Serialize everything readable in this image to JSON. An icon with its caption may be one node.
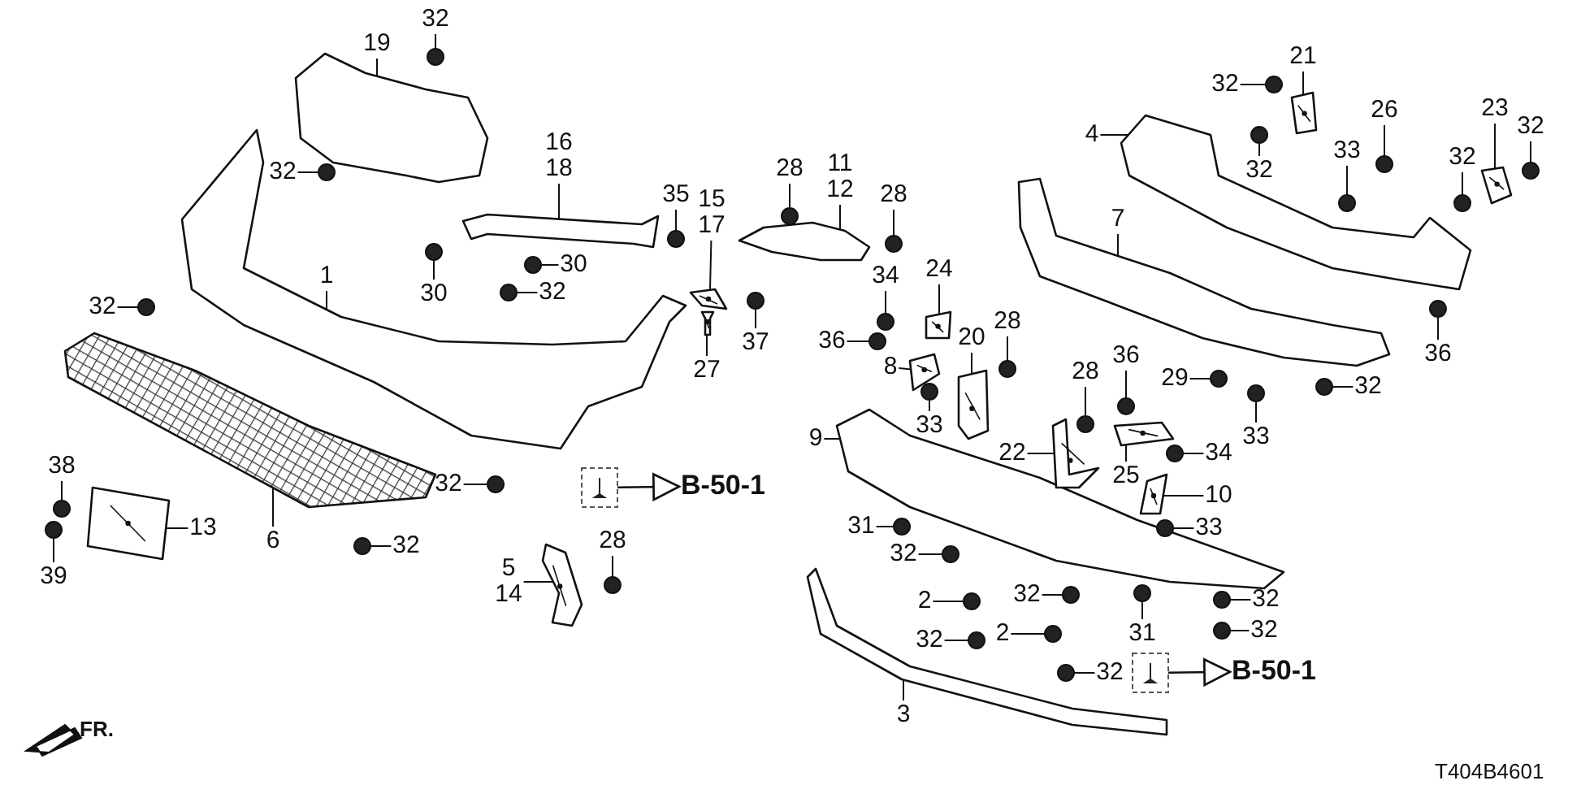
{
  "diagram": {
    "nodes": [
      {
        "text": [
          "32"
        ]
      },
      {
        "text": [
          "19"
        ]
      },
      {
        "text": [
          "32"
        ]
      },
      {
        "text": [
          "16",
          "18"
        ]
      },
      {
        "text": [
          "35"
        ]
      },
      {
        "text": [
          "15",
          "17"
        ]
      },
      {
        "text": [
          "30"
        ]
      },
      {
        "text": [
          "30"
        ]
      },
      {
        "text": [
          "32"
        ]
      },
      {
        "text": [
          "1"
        ]
      },
      {
        "text": [
          "32"
        ]
      },
      {
        "text": [
          "37"
        ]
      },
      {
        "text": [
          "27"
        ]
      },
      {
        "text": [
          "28"
        ]
      },
      {
        "text": [
          "11",
          "12"
        ]
      },
      {
        "text": [
          "28"
        ]
      },
      {
        "text": [
          "34"
        ]
      },
      {
        "text": [
          "24"
        ]
      },
      {
        "text": [
          "36"
        ]
      },
      {
        "text": [
          "8"
        ]
      },
      {
        "text": [
          "20"
        ]
      },
      {
        "text": [
          "28"
        ]
      },
      {
        "text": [
          "28"
        ]
      },
      {
        "text": [
          "36"
        ]
      },
      {
        "text": [
          "29"
        ]
      },
      {
        "text": [
          "33"
        ]
      },
      {
        "text": [
          "32"
        ]
      },
      {
        "text": [
          "7"
        ]
      },
      {
        "text": [
          "4"
        ]
      },
      {
        "text": [
          "32"
        ]
      },
      {
        "text": [
          "21"
        ]
      },
      {
        "text": [
          "32"
        ]
      },
      {
        "text": [
          "26"
        ]
      },
      {
        "text": [
          "33"
        ]
      },
      {
        "text": [
          "23"
        ]
      },
      {
        "text": [
          "32"
        ]
      },
      {
        "text": [
          "32"
        ]
      },
      {
        "text": [
          "36"
        ]
      },
      {
        "text": [
          "9"
        ]
      },
      {
        "text": [
          "33"
        ]
      },
      {
        "text": [
          "22"
        ]
      },
      {
        "text": [
          "34"
        ]
      },
      {
        "text": [
          "25"
        ]
      },
      {
        "text": [
          "10"
        ]
      },
      {
        "text": [
          "33"
        ]
      },
      {
        "text": [
          "31"
        ]
      },
      {
        "text": [
          "32"
        ]
      },
      {
        "text": [
          "2"
        ]
      },
      {
        "text": [
          "32"
        ]
      },
      {
        "text": [
          "2"
        ]
      },
      {
        "text": [
          "32"
        ]
      },
      {
        "text": [
          "31"
        ]
      },
      {
        "text": [
          "32"
        ]
      },
      {
        "text": [
          "32"
        ]
      },
      {
        "text": [
          "32"
        ]
      },
      {
        "text": [
          "3"
        ]
      },
      {
        "text": [
          "38"
        ]
      },
      {
        "text": [
          "39"
        ]
      },
      {
        "text": [
          "13"
        ]
      },
      {
        "text": [
          "6"
        ]
      },
      {
        "text": [
          "32"
        ]
      },
      {
        "text": [
          "32"
        ]
      },
      {
        "text": [
          "5",
          "14"
        ]
      },
      {
        "text": [
          "28"
        ]
      },
      {
        "text": [],
        "shape": "picture"
      },
      {
        "text": [],
        "shape": "picture"
      },
      {
        "text": [],
        "shape": "picture"
      },
      {
        "text": [],
        "shape": "picture"
      },
      {
        "text": [],
        "shape": "picture"
      },
      {
        "text": [],
        "shape": "picture"
      },
      {
        "text": [],
        "shape": "picture"
      },
      {
        "text": [],
        "shape": "picture"
      },
      {
        "text": [],
        "shape": "picture"
      },
      {
        "text": [],
        "shape": "picture"
      },
      {
        "text": [],
        "shape": "picture"
      },
      {
        "text": [],
        "shape": "picture"
      },
      {
        "text": [],
        "shape": "picture"
      },
      {
        "text": [],
        "shape": "picture"
      },
      {
        "text": [],
        "shape": "picture"
      },
      {
        "text": [],
        "shape": "picture"
      },
      {
        "text": [],
        "shape": "picture"
      },
      {
        "text": [],
        "shape": "picture"
      },
      {
        "text": [],
        "shape": "picture"
      },
      {
        "text": [],
        "shape": "picture"
      },
      {
        "text": [],
        "shape": "picture"
      },
      {
        "text": [],
        "shape": "circle"
      },
      {
        "text": [],
        "shape": "circle"
      },
      {
        "text": [],
        "shape": "circle"
      },
      {
        "text": [],
        "shape": "circle"
      },
      {
        "text": [],
        "shape": "circle"
      },
      {
        "text": [],
        "shape": "circle"
      },
      {
        "text": [],
        "shape": "circle"
      },
      {
        "text": [],
        "shape": "circle"
      },
      {
        "text": [],
        "shape": "circle"
      },
      {
        "text": [],
        "shape": "circle"
      },
      {
        "text": [],
        "shape": "circle"
      },
      {
        "text": [],
        "shape": "circle"
      },
      {
        "text": [],
        "shape": "circle"
      },
      {
        "text": [],
        "shape": "circle"
      },
      {
        "text": [],
        "shape": "circle"
      },
      {
        "text": [],
        "shape": "circle"
      },
      {
        "text": [],
        "shape": "circle"
      },
      {
        "text": [],
        "shape": "circle"
      },
      {
        "text": [],
        "shape": "circle"
      },
      {
        "text": [],
        "shape": "circle"
      },
      {
        "text": [],
        "shape": "circle"
      },
      {
        "text": [],
        "shape": "circle"
      },
      {
        "text": [],
        "shape": "circle"
      },
      {
        "text": [],
        "shape": "circle"
      },
      {
        "text": [],
        "shape": "circle"
      },
      {
        "text": [],
        "shape": "circle"
      },
      {
        "text": [],
        "shape": "circle"
      },
      {
        "text": [],
        "shape": "circle"
      },
      {
        "text": [],
        "shape": "circle"
      },
      {
        "text": [],
        "shape": "circle"
      },
      {
        "text": [],
        "shape": "circle"
      },
      {
        "text": [],
        "shape": "circle"
      },
      {
        "text": [],
        "shape": "circle"
      },
      {
        "text": [],
        "shape": "circle"
      },
      {
        "text": [],
        "shape": "circle"
      },
      {
        "text": [],
        "shape": "circle"
      },
      {
        "text": [],
        "shape": "circle"
      },
      {
        "text": [],
        "shape": "circle"
      },
      {
        "text": [],
        "shape": "circle"
      },
      {
        "text": [],
        "shape": "circle"
      },
      {
        "text": [],
        "shape": "circle"
      },
      {
        "text": [],
        "shape": "circle"
      },
      {
        "text": [],
        "shape": "circle"
      },
      {
        "text": [],
        "shape": "box"
      },
      {
        "text": [
          "B-50-1"
        ]
      },
      {
        "text": [],
        "shape": "box"
      },
      {
        "text": [
          "B-50-1"
        ]
      }
    ],
    "edges": [
      {
        "from": 0,
        "to": 85,
        "arrow": "none"
      },
      {
        "from": 1,
        "to": 64,
        "arrow": "none"
      },
      {
        "from": 2,
        "to": 86,
        "arrow": "none"
      },
      {
        "from": 3,
        "to": 68,
        "arrow": "none"
      },
      {
        "from": 4,
        "to": 87,
        "arrow": "none"
      },
      {
        "from": 5,
        "to": 83,
        "arrow": "none"
      },
      {
        "from": 6,
        "to": 88,
        "arrow": "none"
      },
      {
        "from": 7,
        "to": 89,
        "arrow": "none"
      },
      {
        "from": 8,
        "to": 90,
        "arrow": "none"
      },
      {
        "from": 9,
        "to": 65,
        "arrow": "none"
      },
      {
        "from": 10,
        "to": 91,
        "arrow": "none"
      },
      {
        "from": 11,
        "to": 92,
        "arrow": "none"
      },
      {
        "from": 12,
        "to": 84,
        "arrow": "none"
      },
      {
        "from": 13,
        "to": 93,
        "arrow": "none"
      },
      {
        "from": 14,
        "to": 69,
        "arrow": "none"
      },
      {
        "from": 15,
        "to": 94,
        "arrow": "none"
      },
      {
        "from": 16,
        "to": 95,
        "arrow": "none"
      },
      {
        "from": 17,
        "to": 77,
        "arrow": "none"
      },
      {
        "from": 18,
        "to": 96,
        "arrow": "none"
      },
      {
        "from": 19,
        "to": 78,
        "arrow": "none"
      },
      {
        "from": 20,
        "to": 75,
        "arrow": "none"
      },
      {
        "from": 21,
        "to": 97,
        "arrow": "none"
      },
      {
        "from": 22,
        "to": 98,
        "arrow": "none"
      },
      {
        "from": 23,
        "to": 99,
        "arrow": "none"
      },
      {
        "from": 24,
        "to": 100,
        "arrow": "none"
      },
      {
        "from": 25,
        "to": 101,
        "arrow": "none"
      },
      {
        "from": 26,
        "to": 102,
        "arrow": "none"
      },
      {
        "from": 27,
        "to": 71,
        "arrow": "none"
      },
      {
        "from": 28,
        "to": 70,
        "arrow": "none"
      },
      {
        "from": 29,
        "to": 103,
        "arrow": "none"
      },
      {
        "from": 30,
        "to": 81,
        "arrow": "none"
      },
      {
        "from": 31,
        "to": 104,
        "arrow": "none"
      },
      {
        "from": 32,
        "to": 105,
        "arrow": "none"
      },
      {
        "from": 33,
        "to": 106,
        "arrow": "none"
      },
      {
        "from": 34,
        "to": 82,
        "arrow": "none"
      },
      {
        "from": 35,
        "to": 107,
        "arrow": "none"
      },
      {
        "from": 36,
        "to": 108,
        "arrow": "none"
      },
      {
        "from": 37,
        "to": 109,
        "arrow": "none"
      },
      {
        "from": 38,
        "to": 72,
        "arrow": "none"
      },
      {
        "from": 39,
        "to": 110,
        "arrow": "none"
      },
      {
        "from": 40,
        "to": 76,
        "arrow": "none"
      },
      {
        "from": 41,
        "to": 111,
        "arrow": "none"
      },
      {
        "from": 42,
        "to": 79,
        "arrow": "none"
      },
      {
        "from": 43,
        "to": 80,
        "arrow": "none"
      },
      {
        "from": 44,
        "to": 112,
        "arrow": "none"
      },
      {
        "from": 45,
        "to": 113,
        "arrow": "none"
      },
      {
        "from": 46,
        "to": 114,
        "arrow": "none"
      },
      {
        "from": 47,
        "to": 115,
        "arrow": "none"
      },
      {
        "from": 48,
        "to": 116,
        "arrow": "none"
      },
      {
        "from": 49,
        "to": 117,
        "arrow": "none"
      },
      {
        "from": 50,
        "to": 118,
        "arrow": "none"
      },
      {
        "from": 51,
        "to": 119,
        "arrow": "none"
      },
      {
        "from": 52,
        "to": 120,
        "arrow": "none"
      },
      {
        "from": 53,
        "to": 121,
        "arrow": "none"
      },
      {
        "from": 54,
        "to": 122,
        "arrow": "none"
      },
      {
        "from": 55,
        "to": 73,
        "arrow": "none"
      },
      {
        "from": 56,
        "to": 123,
        "arrow": "none"
      },
      {
        "from": 57,
        "to": 124,
        "arrow": "none"
      },
      {
        "from": 58,
        "to": 67,
        "arrow": "none"
      },
      {
        "from": 59,
        "to": 66,
        "arrow": "none"
      },
      {
        "from": 60,
        "to": 125,
        "arrow": "none"
      },
      {
        "from": 61,
        "to": 126,
        "arrow": "none"
      },
      {
        "from": 62,
        "to": 74,
        "arrow": "none"
      },
      {
        "from": 63,
        "to": 127,
        "arrow": "none"
      },
      {
        "from": 128,
        "to": 129,
        "arrow": "to"
      },
      {
        "from": 130,
        "to": 131,
        "arrow": "to"
      }
    ],
    "labels": [
      "FR.",
      "T404B4601"
    ]
  }
}
